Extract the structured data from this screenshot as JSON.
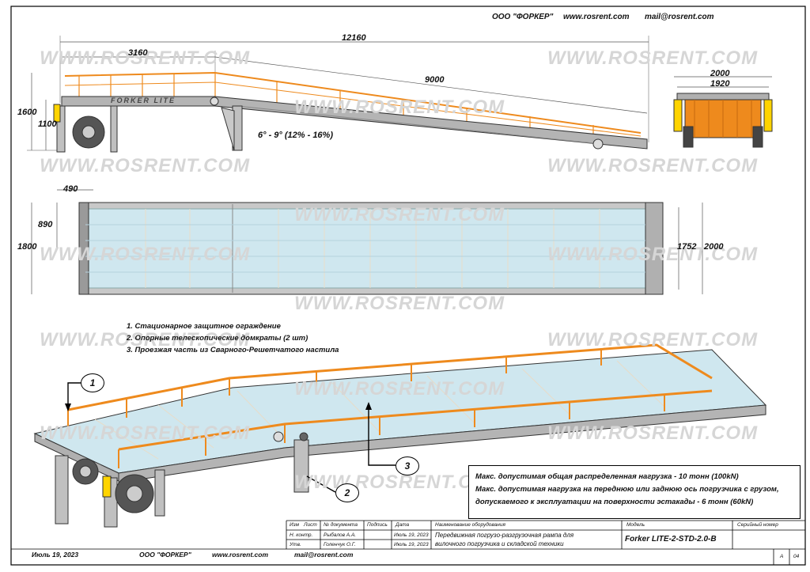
{
  "header": {
    "company": "ООО \"ФОРКЕР\"",
    "site": "www.rosrent.com",
    "email": "mail@rosrent.com"
  },
  "watermark": "WWW.ROSRENT.COM",
  "side_view": {
    "overall_length": "12160",
    "platform_length": "3160",
    "ramp_length": "9000",
    "height_max": "1600",
    "height_min": "1100",
    "slope": "6° - 9° (12% - 16%)",
    "brand": "FORKER   LITE"
  },
  "end_view": {
    "outer_width": "2000",
    "inner_width": "1920"
  },
  "plan_view": {
    "left_offset": "490",
    "half_width": "890",
    "width_left": "1800",
    "deck_width": "1752",
    "overall_width": "2000"
  },
  "legend": [
    "1.  Стационарное защитное ограждение",
    "2. Опорные телескопические домкраты (2 шт)",
    "3. Проезжая часть из Сварного-Решетчатого настила"
  ],
  "callouts": [
    "1",
    "2",
    "3"
  ],
  "notes": [
    "Макс.  допустимая общая распределенная нагрузка - 10 тонн (100kN)",
    "Макс.  допустимая  нагрузка на переднюю или заднюю ось погрузчика с грузом,",
    "допускаемого к эксплуатации на поверхности эстакады - 6 тонн (60kN)"
  ],
  "title_block": {
    "col_change": "Изм",
    "col_sheet": "Лист",
    "col_doc": "№ документа",
    "col_sign": "Подпись",
    "col_date": "Дата",
    "row1_label": "Н. контр.",
    "row1_name": "Рыбалов А.А.",
    "row1_date": "Июль 19, 2023",
    "row2_label": "Утв.",
    "row2_name": "Голенчук О.Г.",
    "row2_date": "Июль 19, 2023",
    "equipment_label": "Наименование оборудования",
    "equipment_line1": "Передвижная погрузо-разгрузочная рампа для",
    "equipment_line2": "вилочного погрузчика и складской техники",
    "model_label": "Модель",
    "model": "Forker LITE-2-STD-2.0-B",
    "serial_label": "Серийный номер",
    "format": "A",
    "sheet": "04"
  },
  "footer": {
    "date": "Июль 19, 2023",
    "company": "ООО \"ФОРКЕР\"",
    "site": "www.rosrent.com",
    "email": "mail@rosrent.com"
  },
  "colors": {
    "frame": "#a8a8a8",
    "rail": "#ee8a1d",
    "deck": "#cfe7ef",
    "stroke": "#333333"
  }
}
